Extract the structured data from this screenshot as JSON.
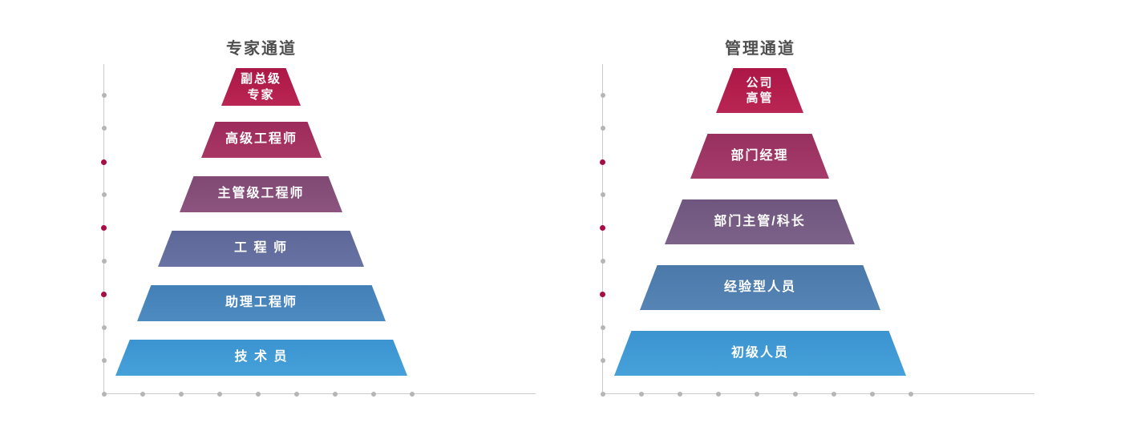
{
  "diagram": {
    "type": "career-ladder-pyramids",
    "colors": {
      "axis": "#cbcbcb",
      "dot_gray": "#b5b5b5",
      "dot_red": "#a60e47",
      "title_text": "#4f4f4f",
      "level_text": "#ffffff",
      "top_level": "#b01c4e",
      "bottom_level": "#3f97d3"
    },
    "panels": [
      {
        "title": "专家通道",
        "levels": [
          {
            "label": "副总级\n专家"
          },
          {
            "label": "高级工程师"
          },
          {
            "label": "主管级工程师"
          },
          {
            "label": "工 程 师"
          },
          {
            "label": "助理工程师"
          },
          {
            "label": "技 术 员"
          }
        ]
      },
      {
        "title": "管理通道",
        "levels": [
          {
            "label": "公司\n高管"
          },
          {
            "label": "部门经理"
          },
          {
            "label": "部门主管/科长"
          },
          {
            "label": "经验型人员"
          },
          {
            "label": "初级人员"
          }
        ]
      }
    ]
  }
}
